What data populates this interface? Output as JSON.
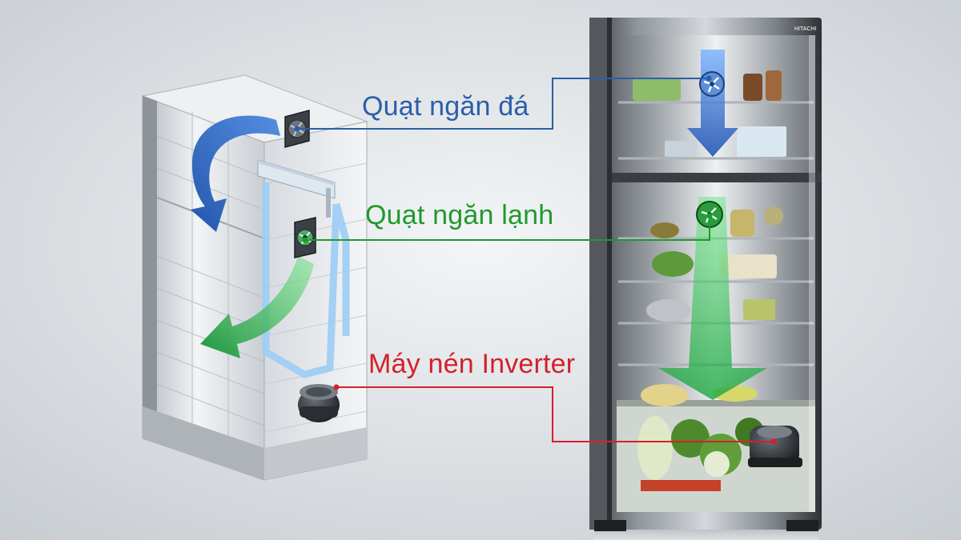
{
  "labels": {
    "freezer_fan": "Quạt ngăn đá",
    "fridge_fan": "Quạt ngăn lạnh",
    "compressor": "Máy nén Inverter"
  },
  "fridge_brand": "HITACHI",
  "colors": {
    "freezer": "#2a5ea8",
    "fridge": "#1f9a2c",
    "compressor": "#d3202b"
  }
}
